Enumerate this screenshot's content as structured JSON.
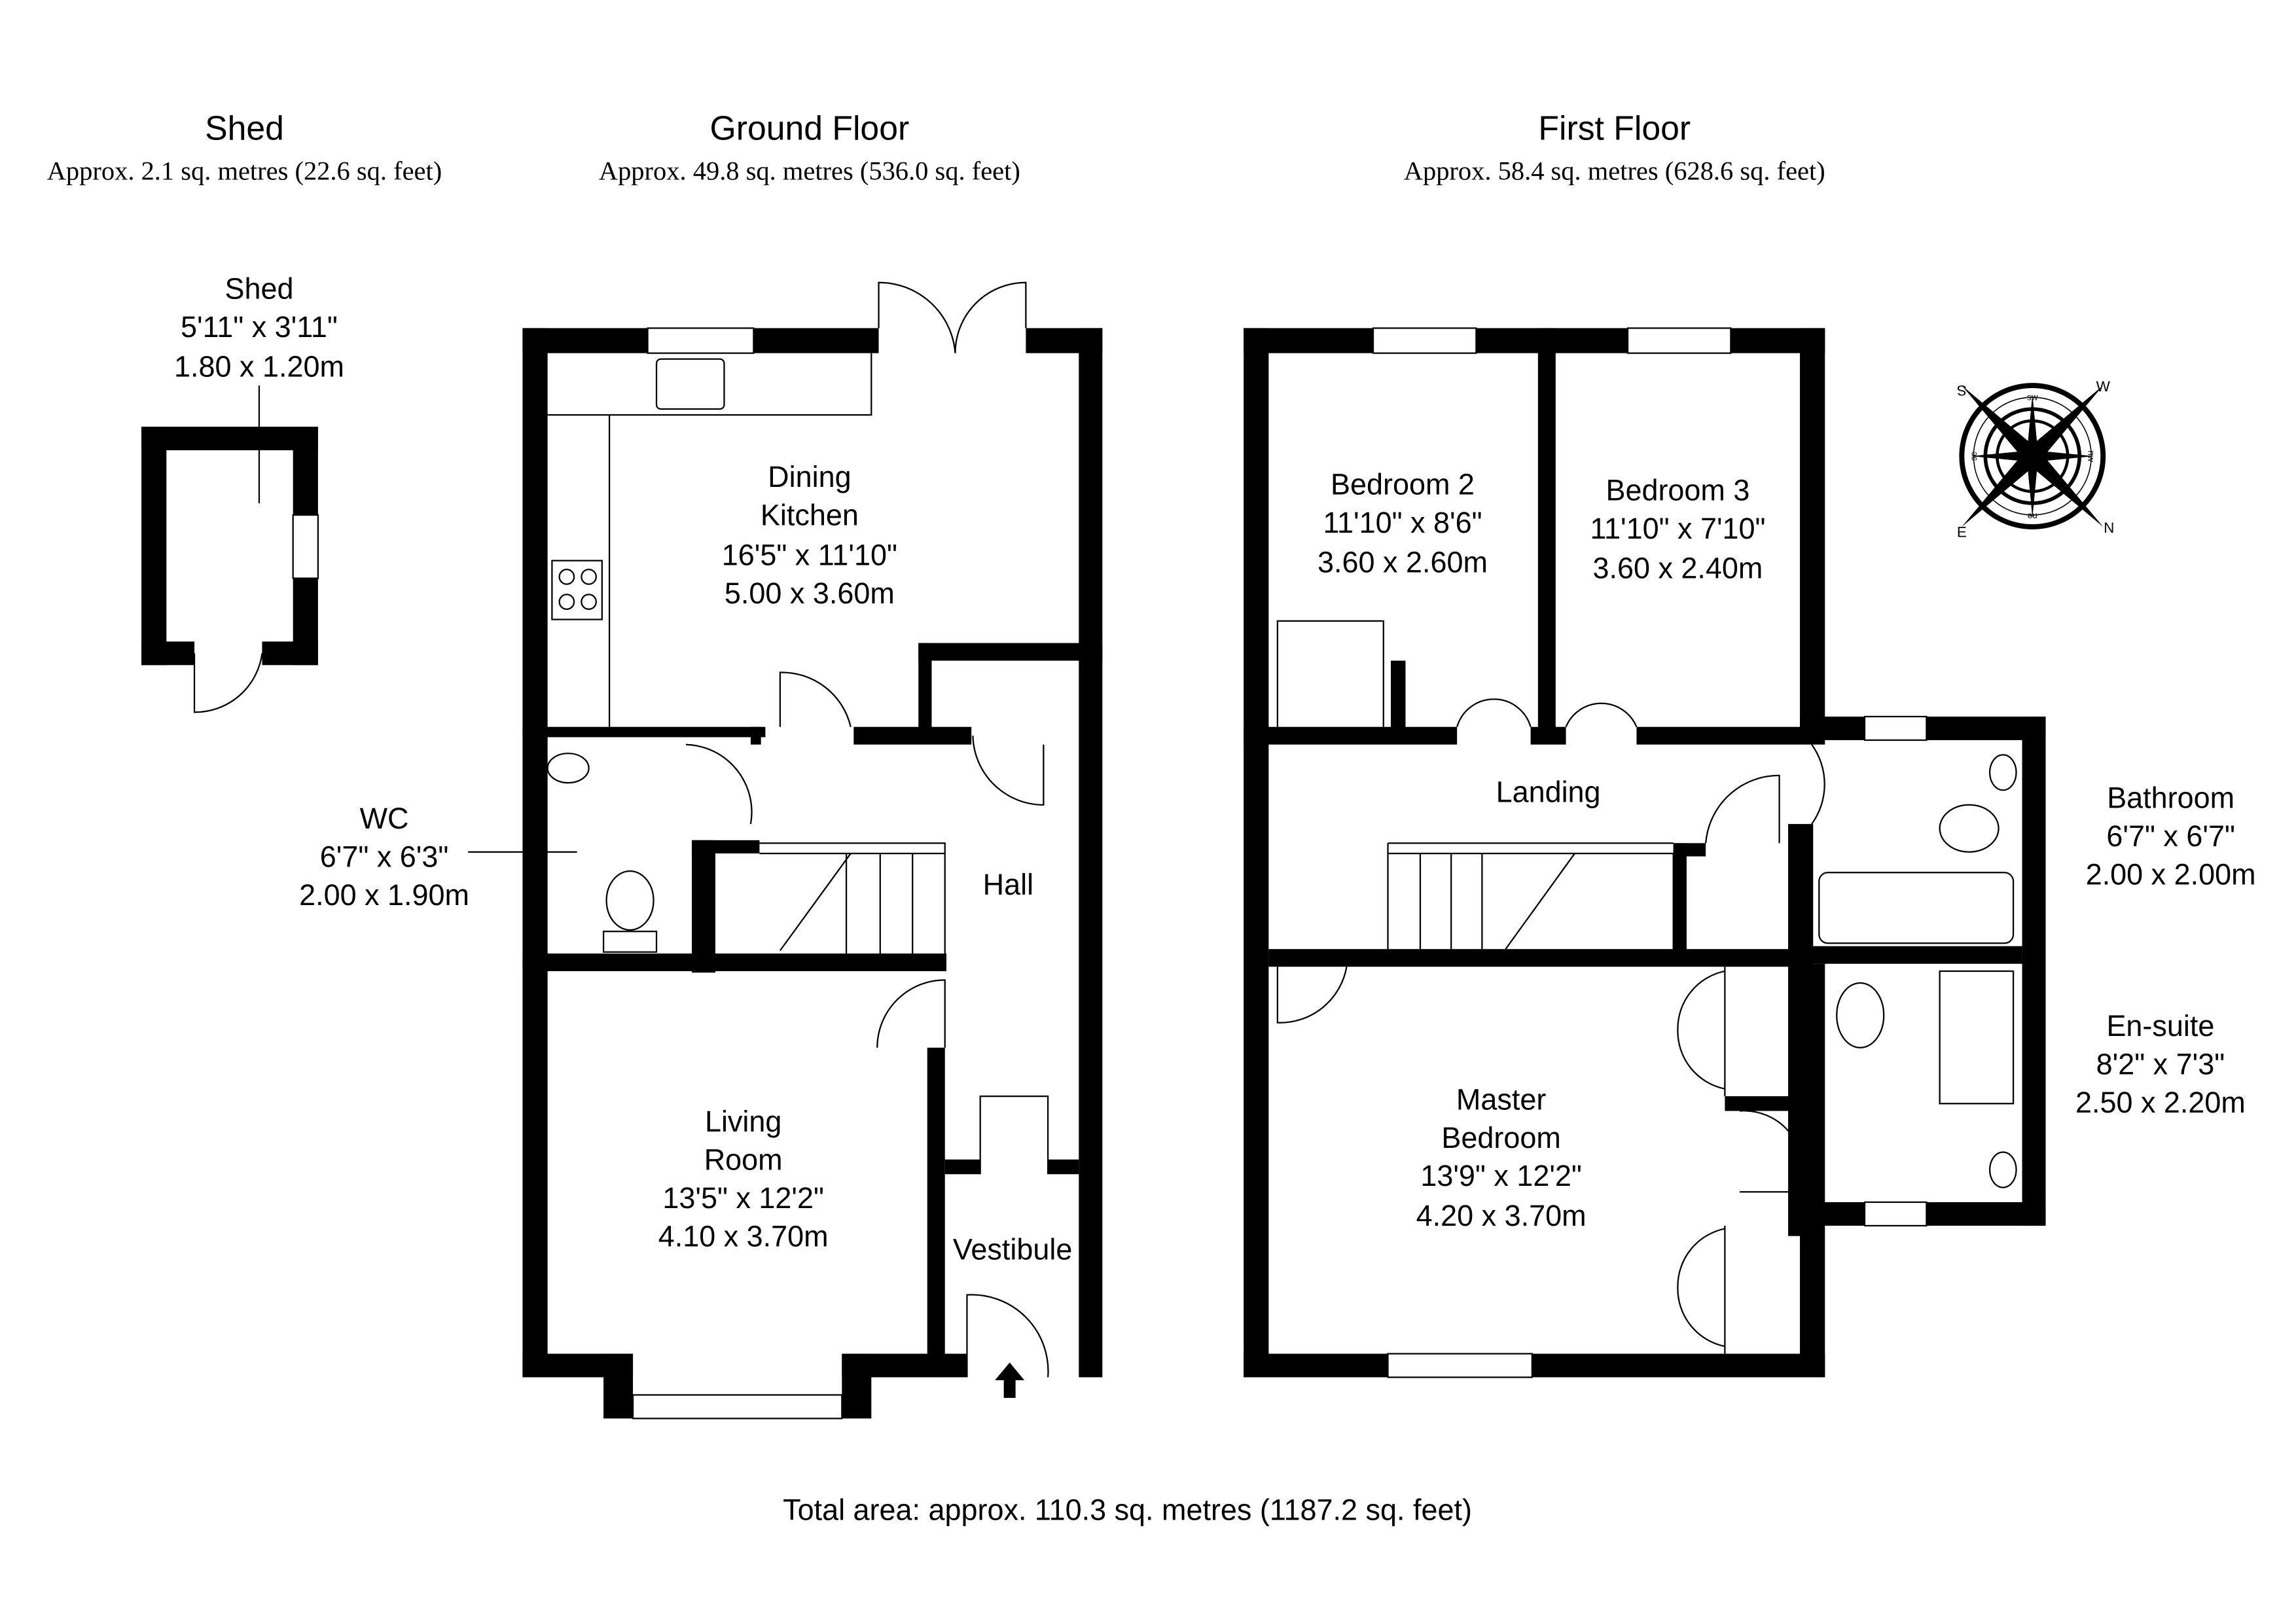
{
  "headers": {
    "shed": {
      "title": "Shed",
      "area": "Approx. 2.1 sq. metres (22.6 sq. feet)"
    },
    "ground": {
      "title": "Ground Floor",
      "area": "Approx. 49.8 sq. metres (536.0 sq. feet)"
    },
    "first": {
      "title": "First Floor",
      "area": "Approx. 58.4 sq. metres (628.6 sq. feet)"
    }
  },
  "rooms": {
    "shed": [
      "Shed",
      "5'11\" x 3'11\"",
      "1.80 x 1.20m"
    ],
    "dining_kitchen": [
      "Dining",
      "Kitchen",
      "16'5\" x 11'10\"",
      "5.00 x 3.60m"
    ],
    "wc": [
      "WC",
      "6'7\" x 6'3\"",
      "2.00 x 1.90m"
    ],
    "hall": [
      "Hall"
    ],
    "living_room": [
      "Living",
      "Room",
      "13'5\" x 12'2\"",
      "4.10 x 3.70m"
    ],
    "vestibule": [
      "Vestibule"
    ],
    "bedroom2": [
      "Bedroom 2",
      "11'10\" x 8'6\"",
      "3.60 x 2.60m"
    ],
    "bedroom3": [
      "Bedroom 3",
      "11'10\" x 7'10\"",
      "3.60 x 2.40m"
    ],
    "landing": [
      "Landing"
    ],
    "bathroom": [
      "Bathroom",
      "6'7\" x 6'7\"",
      "2.00 x 2.00m"
    ],
    "ensuite": [
      "En-suite",
      "8'2\" x 7'3\"",
      "2.50 x 2.20m"
    ],
    "master": [
      "Master",
      "Bedroom",
      "13'9\" x 12'2\"",
      "4.20 x 3.70m"
    ]
  },
  "compass": {
    "N": "N",
    "S": "S",
    "E": "E",
    "W": "W",
    "ne": "ne",
    "nw": "nw",
    "se": "se",
    "sw": "sw"
  },
  "total": "Total area: approx. 110.3 sq. metres (1187.2 sq. feet)"
}
